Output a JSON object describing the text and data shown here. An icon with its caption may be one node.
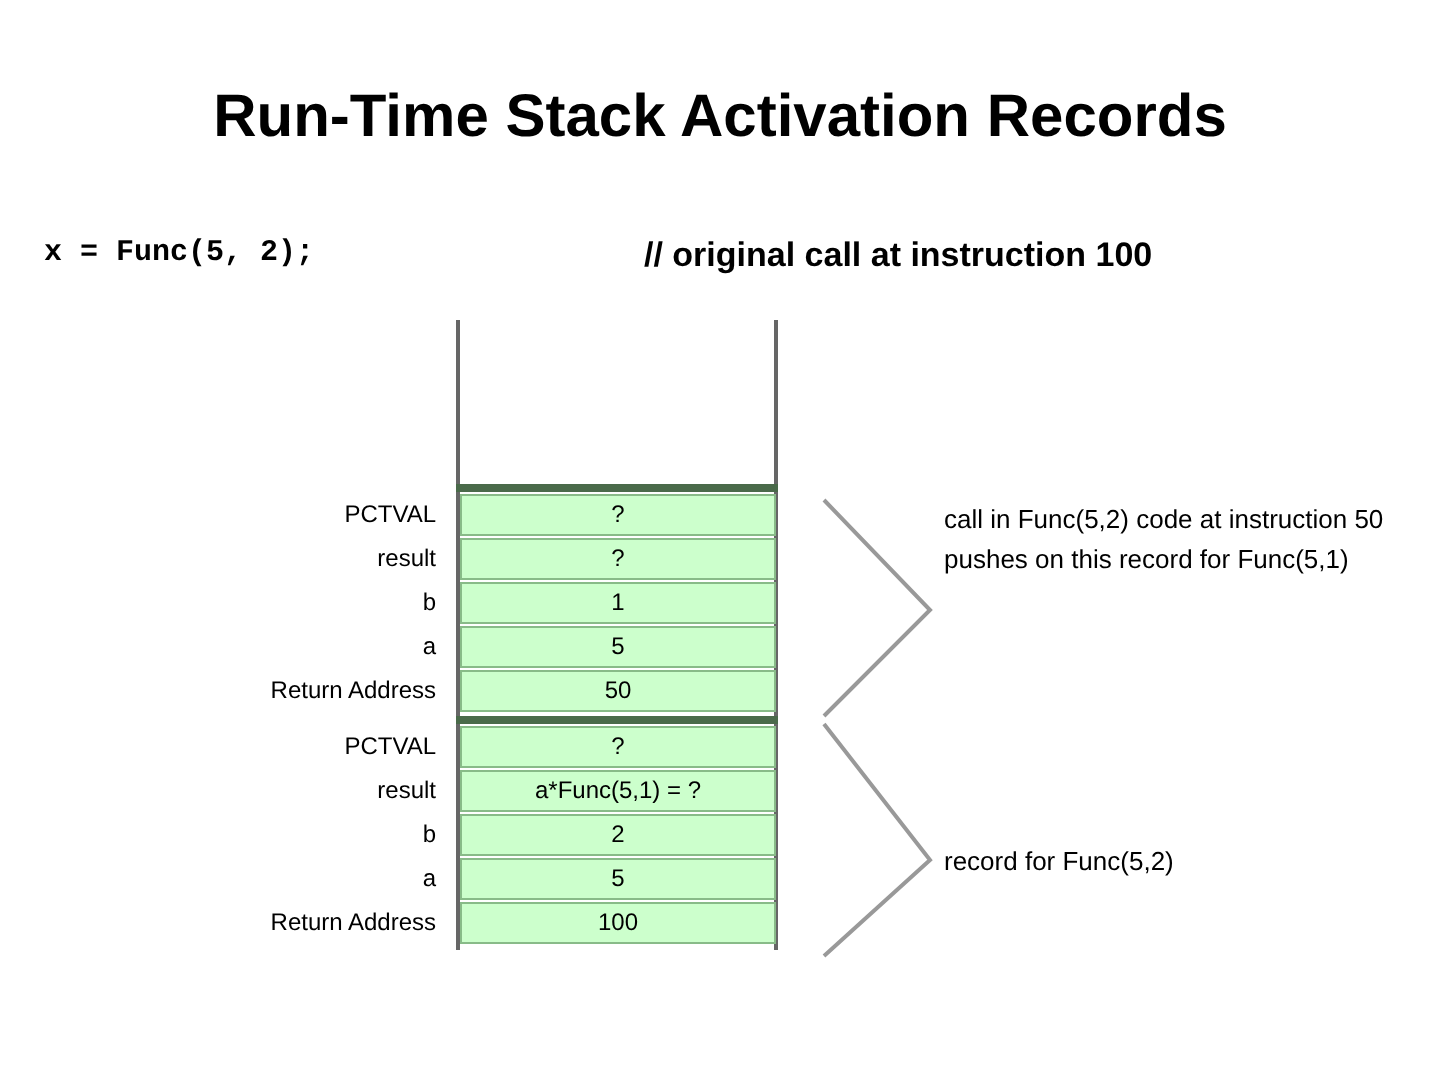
{
  "diagram": {
    "title": "Run-Time Stack Activation Records",
    "labels": [
      "x = Func(5, 2);",
      "// original call at instruction 100",
      "PCTVAL",
      "?",
      "result",
      "?",
      "b",
      "1",
      "a",
      "5",
      "Return Address",
      "50",
      "call in Func(5,2) code at instruction 50 pushes on this record for Func(5,1)",
      "PCTVAL",
      "?",
      "result",
      "a*Func(5,1) = ?",
      "b",
      "2",
      "a",
      "5",
      "Return Address",
      "100",
      "record for Func(5,2)"
    ]
  }
}
